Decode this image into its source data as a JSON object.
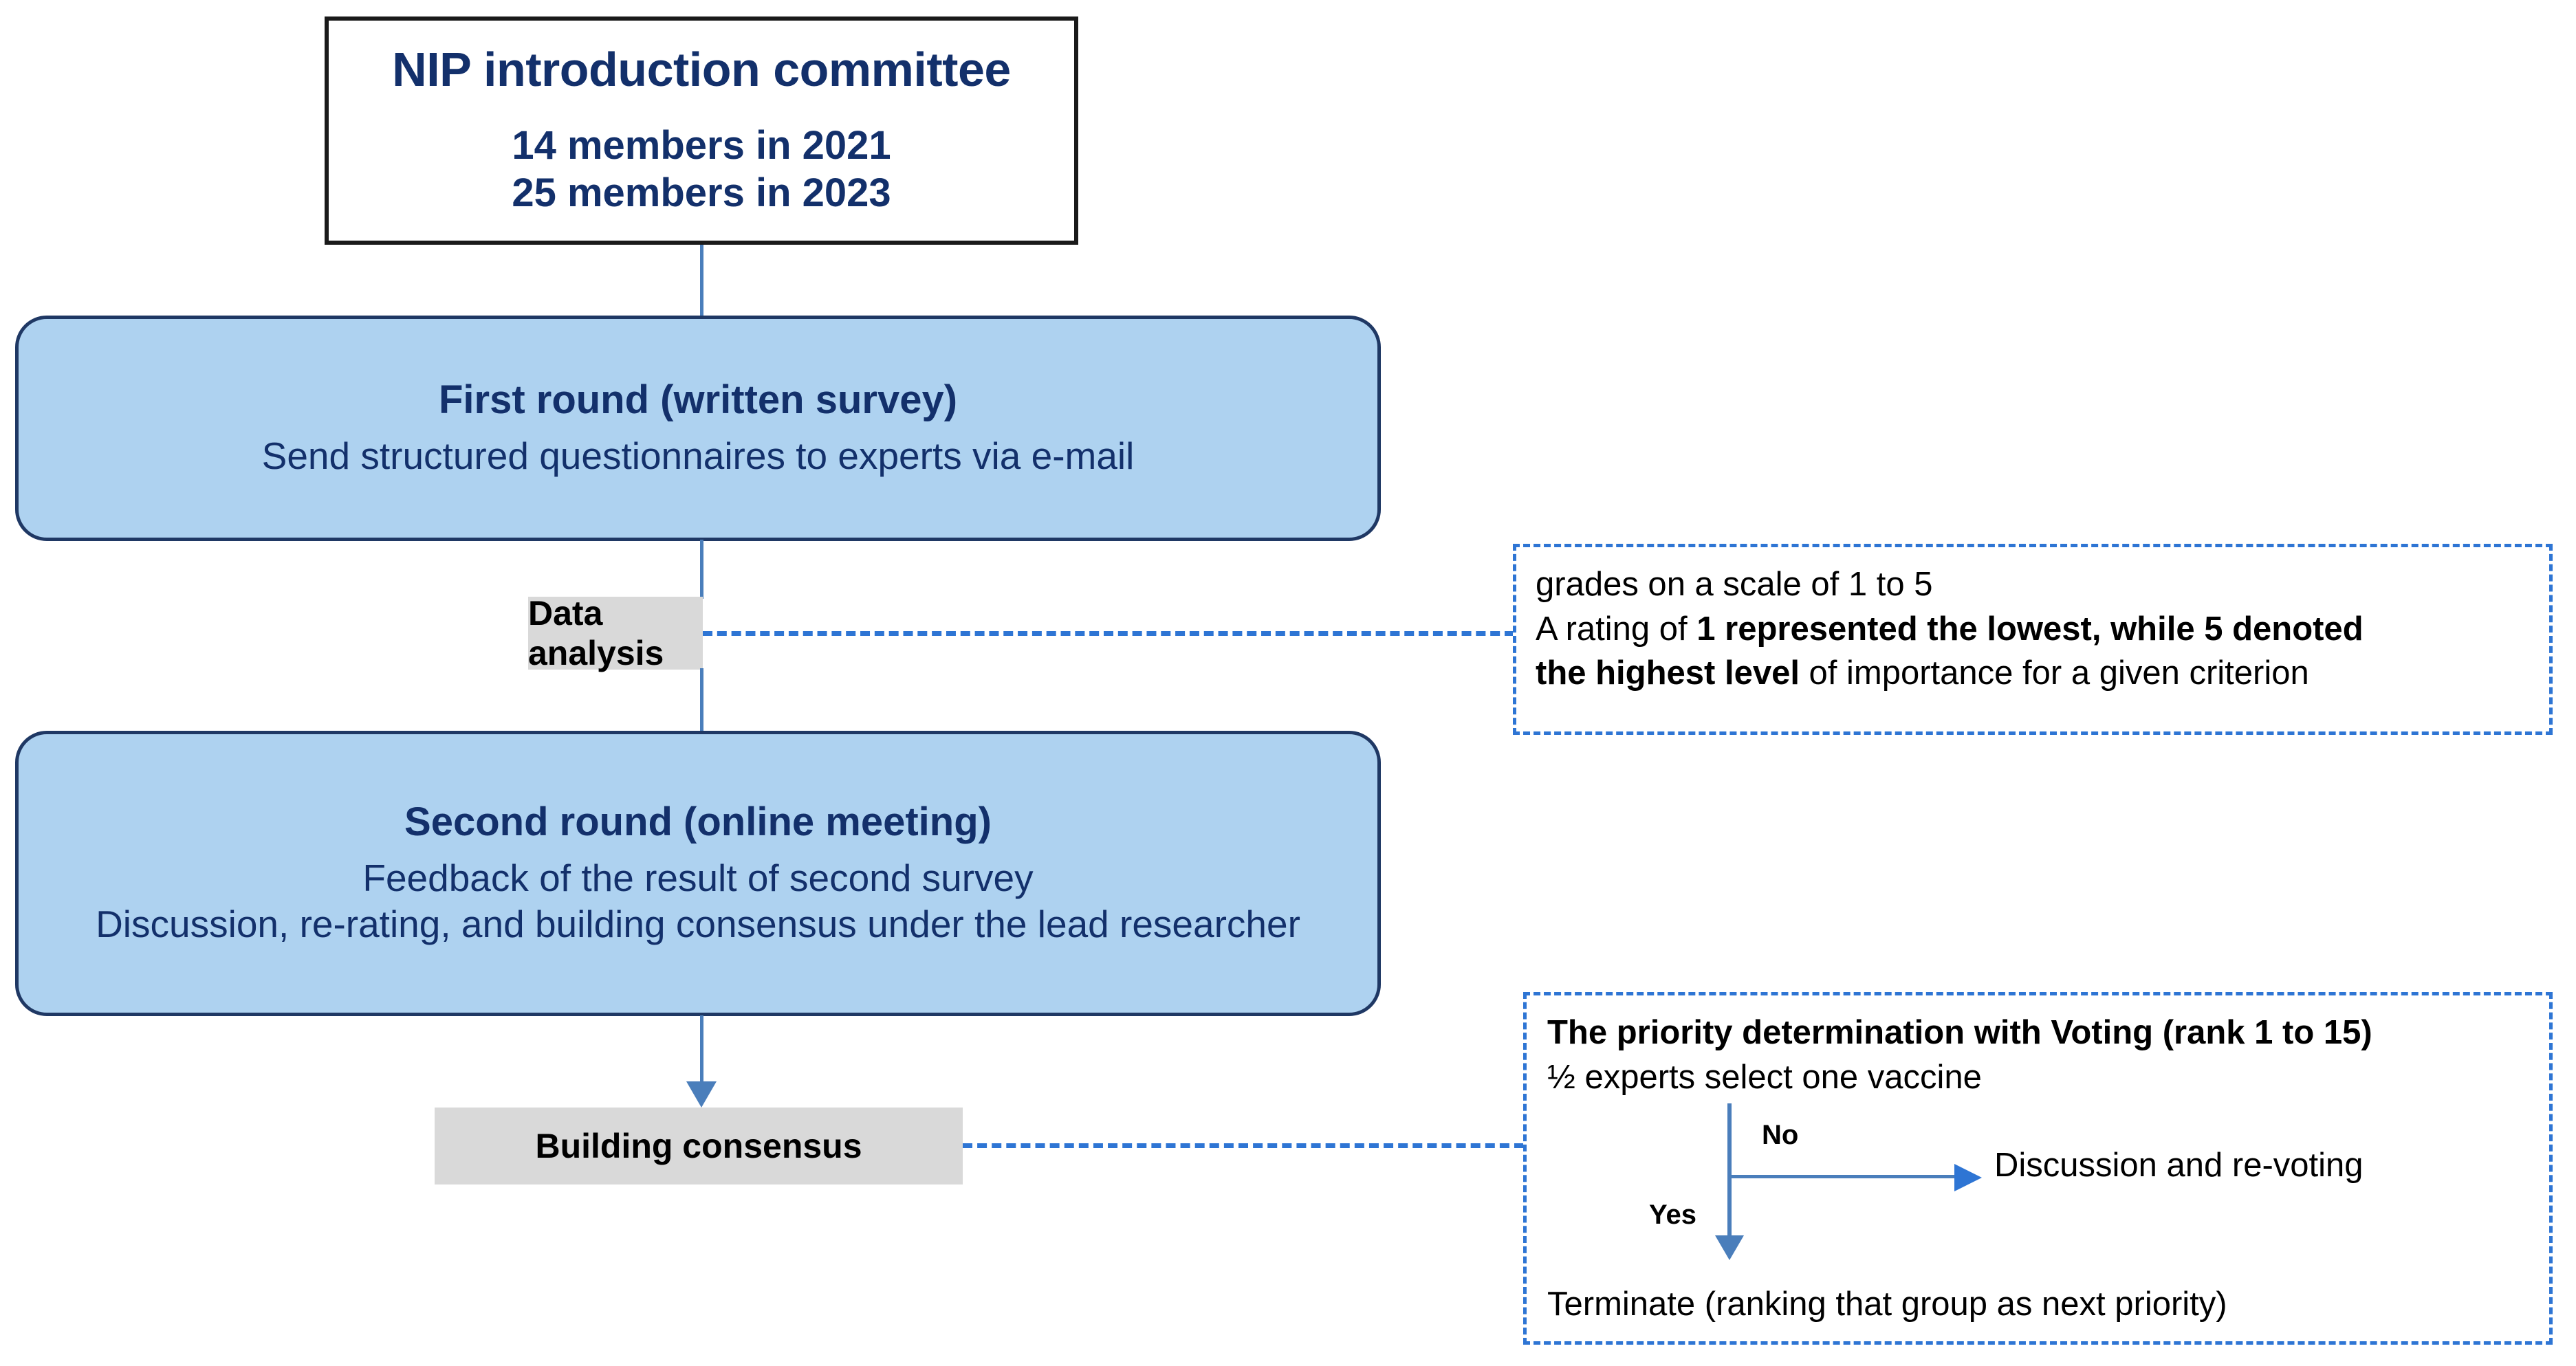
{
  "colors": {
    "navy_text": "#13306b",
    "blue_fill": "#aed2f0",
    "blue_border": "#1f3864",
    "connector_blue": "#4a7ebb",
    "dashed_blue": "#2e75d4",
    "gray_chip": "#d9d9d9",
    "black_border": "#1a1a1a"
  },
  "committee": {
    "title": "NIP introduction committee",
    "members_2021": "14 members in 2021",
    "members_2023": "25 members in 2023"
  },
  "first_round": {
    "title": "First round (written survey)",
    "detail": "Send structured questionnaires to experts via e-mail"
  },
  "data_analysis": {
    "label": "Data analysis"
  },
  "second_round": {
    "title": "Second round (online meeting)",
    "detail_1": "Feedback of the result of second survey",
    "detail_2": "Discussion, re-rating, and building consensus under the lead researcher"
  },
  "building_consensus": {
    "label": "Building consensus"
  },
  "grades_callout": {
    "line_1": "grades on a scale of 1 to 5",
    "line_2_prefix": "A rating of ",
    "line_2_bold": "1 represented the lowest, while 5 denoted",
    "line_3_bold": "the highest level",
    "line_3_suffix": " of importance for a given criterion"
  },
  "voting_callout": {
    "title": "The priority determination with Voting (rank 1 to 15)",
    "subtitle": "½ experts select one vaccine",
    "label_no": "No",
    "label_yes": "Yes",
    "branch_no_target": "Discussion and re-voting",
    "branch_yes_target": "Terminate (ranking that group as next priority)"
  }
}
